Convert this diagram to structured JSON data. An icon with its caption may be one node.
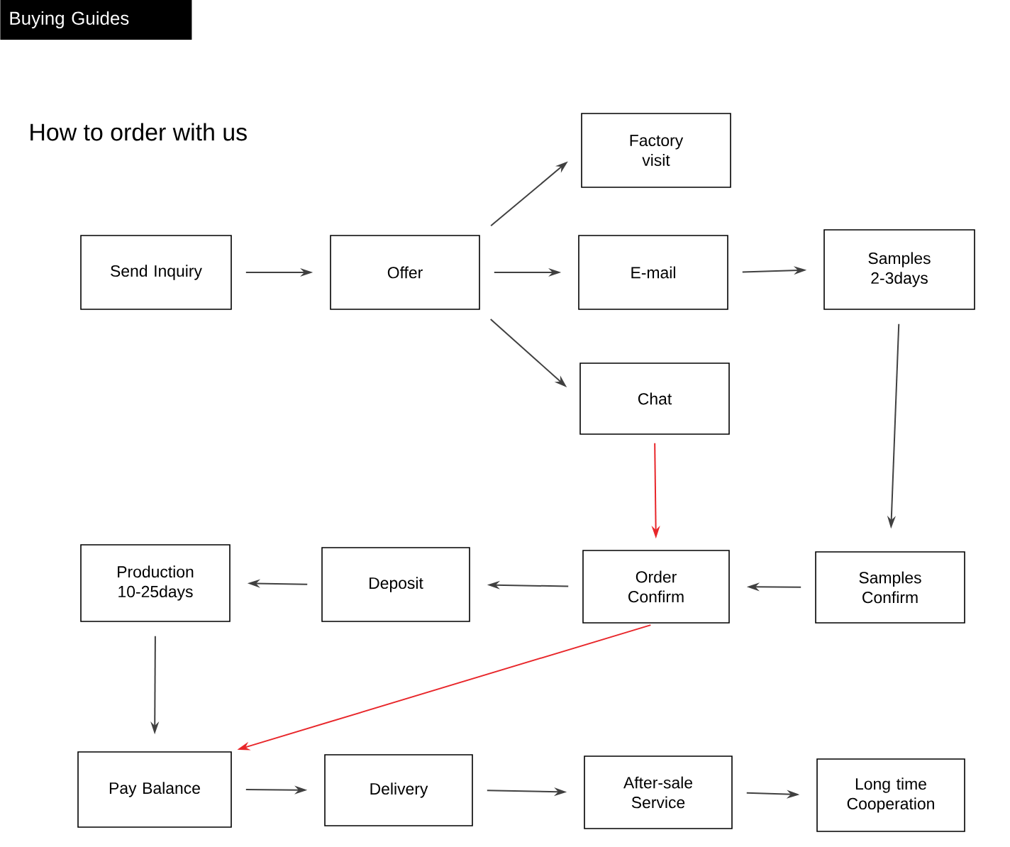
{
  "diagram": {
    "title": "How to order with us",
    "nodes": [
      {
        "text": [
          "Send Inquiry"
        ]
      },
      {
        "text": [
          "Offer"
        ]
      },
      {
        "text": [
          "Factory visit"
        ]
      },
      {
        "text": [
          "E-mail"
        ]
      },
      {
        "text": [
          "Chat"
        ]
      },
      {
        "text": [
          "Samples 2-3days"
        ]
      },
      {
        "text": [
          "Samples Confirm"
        ]
      },
      {
        "text": [
          "Order Confirm"
        ]
      },
      {
        "text": [
          "Deposit"
        ]
      },
      {
        "text": [
          "Production 10-25days"
        ]
      },
      {
        "text": [
          "Pay Balance"
        ]
      },
      {
        "text": [
          "Delivery"
        ]
      },
      {
        "text": [
          "After-sale Service"
        ]
      },
      {
        "text": [
          "Long time Cooperation"
        ]
      }
    ],
    "edges": [
      {
        "from": 0,
        "to": 1,
        "arrow": "to"
      },
      {
        "from": 1,
        "to": 2,
        "arrow": "to"
      },
      {
        "from": 1,
        "to": 3,
        "arrow": "to"
      },
      {
        "from": 1,
        "to": 4,
        "arrow": "to"
      },
      {
        "from": 3,
        "to": 5,
        "arrow": "to"
      },
      {
        "from": 5,
        "to": 6,
        "arrow": "to"
      },
      {
        "from": 4,
        "to": 7,
        "arrow": "to",
        "color": "#e8262a"
      },
      {
        "from": 6,
        "to": 7,
        "arrow": "to"
      },
      {
        "from": 7,
        "to": 8,
        "arrow": "to"
      },
      {
        "from": 8,
        "to": 9,
        "arrow": "to"
      },
      {
        "from": 9,
        "to": 10,
        "arrow": "to"
      },
      {
        "from": 7,
        "to": 10,
        "arrow": "to",
        "color": "#e8262a"
      },
      {
        "from": 10,
        "to": 11,
        "arrow": "to"
      },
      {
        "from": 11,
        "to": 12,
        "arrow": "to"
      },
      {
        "from": 12,
        "to": 13,
        "arrow": "to"
      }
    ],
    "labels": [
      "Buying Guides"
    ]
  }
}
